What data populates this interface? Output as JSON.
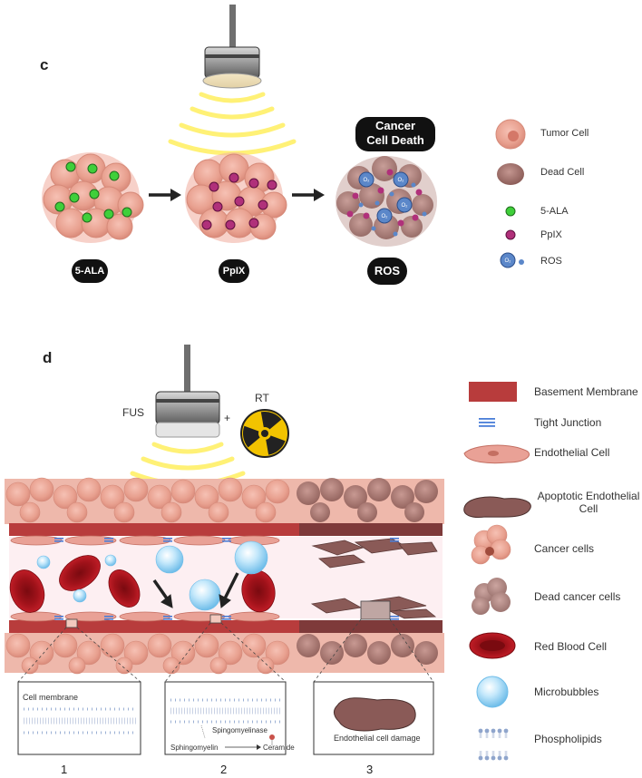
{
  "panel_c": {
    "letter": "c",
    "stage_labels": [
      "5-ALA",
      "PpIX",
      "ROS"
    ],
    "death_bubble": "Cancer\nCell Death",
    "legend": [
      "Tumor Cell",
      "Dead Cell",
      "5-ALA",
      "PpIX",
      "ROS"
    ],
    "o2_label": "O₂"
  },
  "panel_d": {
    "letter": "d",
    "fus_label": "FUS",
    "plus": "+",
    "rt_label": "RT",
    "legend": [
      "Basement Membrane",
      "Tight Junction",
      "Endothelial Cell",
      "Apoptotic Endothelial Cell",
      "Cancer cells",
      "Dead cancer cells",
      "Red Blood Cell",
      "Microbubbles",
      "Phospholipids"
    ],
    "inset1_title": "Cell membrane",
    "inset2_enzyme": "Spingomyelinase",
    "inset2_substrate": "Sphingomyelin",
    "inset2_product": "Ceramide",
    "inset3_caption": "Endothelial cell damage",
    "numbers": [
      "1",
      "2",
      "3"
    ]
  },
  "colors": {
    "tumor": "#e8a08f",
    "dead": "#9c6b66",
    "ala_green": "#3fcf3a",
    "ppix_purple": "#b0307a",
    "ros_blue": "#5b87c9",
    "waves": "#fff176",
    "basement": "#b83c3c",
    "tight_junction": "#4a7ed8",
    "rbc": "#b8111b",
    "microbubble": "#9fd6f5"
  }
}
